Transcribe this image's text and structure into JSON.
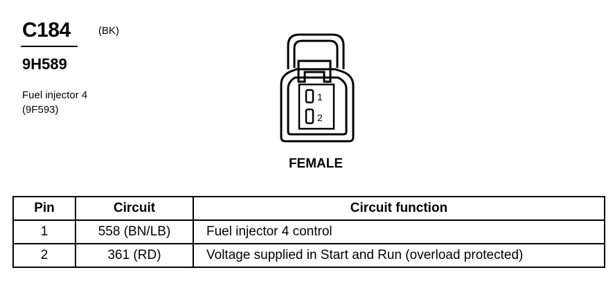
{
  "connector": {
    "id": "C184",
    "color_code": "(BK)",
    "part_number": "9H589",
    "component_name": "Fuel injector 4",
    "component_code": "(9F593)",
    "gender": "FEMALE",
    "cavity_labels": [
      "1",
      "2"
    ]
  },
  "pin_table": {
    "headers": {
      "pin": "Pin",
      "circuit": "Circuit",
      "function": "Circuit function"
    },
    "rows": [
      {
        "pin": "1",
        "circuit": "558 (BN/LB)",
        "function": "Fuel injector 4  control"
      },
      {
        "pin": "2",
        "circuit": "361 (RD)",
        "function": "Voltage supplied in Start and Run (overload protected)"
      }
    ]
  }
}
